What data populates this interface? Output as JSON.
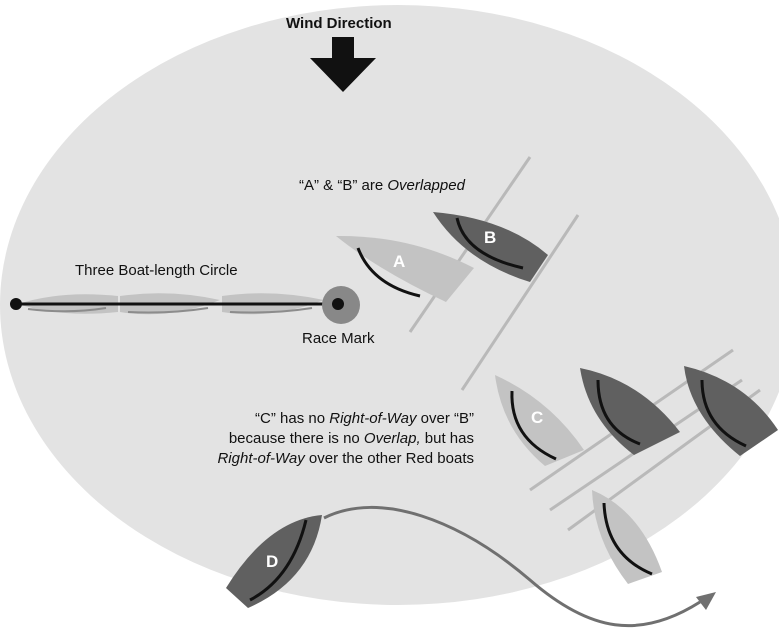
{
  "wind": {
    "title": "Wind Direction"
  },
  "labels": {
    "overlap_a": "“A” & “B” are ",
    "overlap_b": "Overlapped",
    "circle": "Three Boat-length Circle",
    "race_mark": "Race Mark",
    "rule_l1_a": "“C” has no ",
    "rule_l1_b": "Right-of-Way",
    "rule_l1_c": " over “B”",
    "rule_l2_a": "because there is no ",
    "rule_l2_b": "Overlap,",
    "rule_l2_c": " but has",
    "rule_l3_a": "Right-of-Way",
    "rule_l3_b": " over the other Red boats"
  },
  "boats": {
    "a": "A",
    "b": "B",
    "c": "C",
    "d": "D"
  },
  "colors": {
    "zone": "#e3e3e3",
    "light_boat": "#c3c3c3",
    "dark_boat": "#606060",
    "line": "#b9b9b9",
    "mark": "#888888",
    "path": "#707070"
  }
}
